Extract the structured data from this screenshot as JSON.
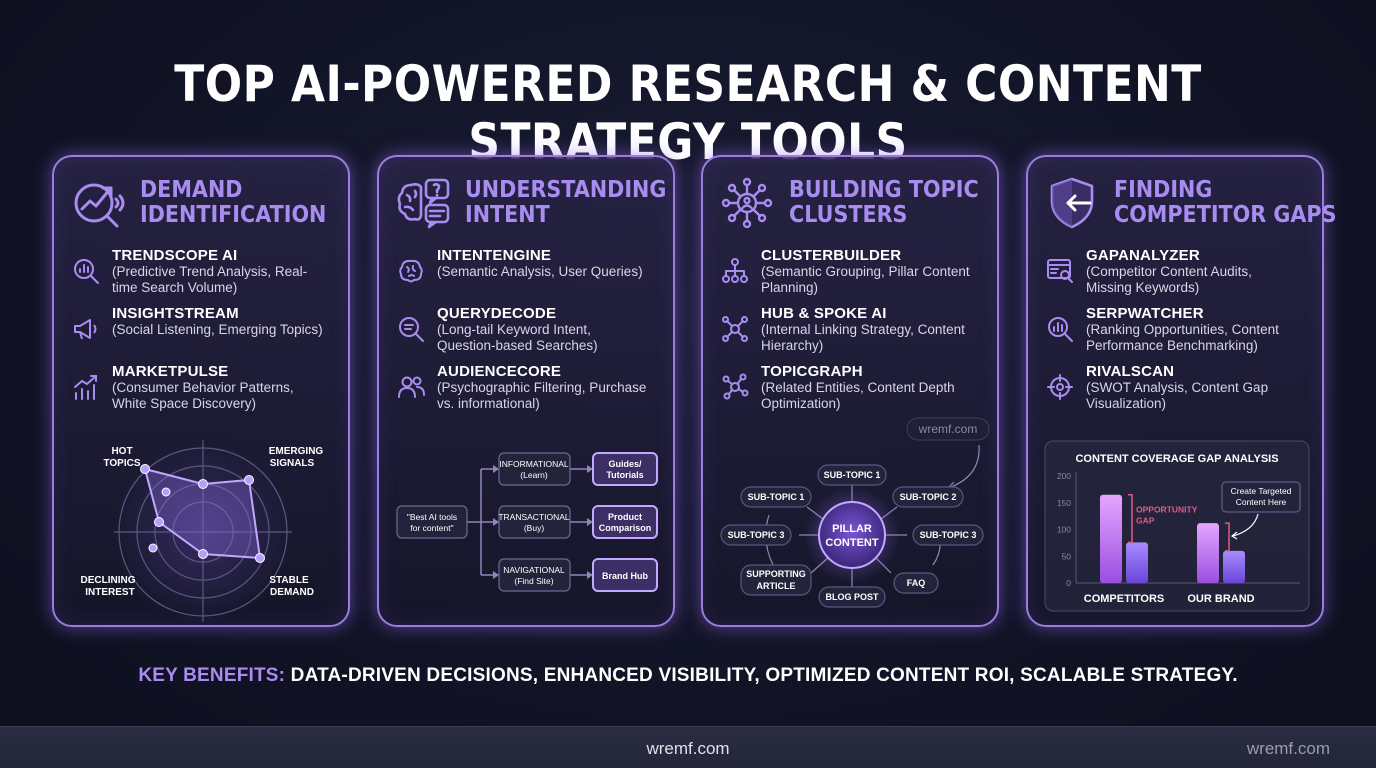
{
  "title": "TOP AI-POWERED RESEARCH & CONTENT STRATEGY TOOLS",
  "colors": {
    "accent": "#a98cf0",
    "border": "#9c7ce0",
    "background": "#121427"
  },
  "panels": [
    {
      "title_line1": "DEMAND",
      "title_line2": "IDENTIFICATION",
      "icon": "trend-magnifier-icon",
      "tools": [
        {
          "name": "TRENDSCOPE AI",
          "desc1": "(Predictive Trend Analysis, Real-",
          "desc2": "time Search Volume)",
          "icon": "search-chart-icon"
        },
        {
          "name": "INSIGHTSTREAM",
          "desc1": "(Social Listening, Emerging Topics)",
          "desc2": "",
          "icon": "megaphone-icon"
        },
        {
          "name": "MARKETPULSE",
          "desc1": "(Consumer Behavior Patterns,",
          "desc2": "White Space Discovery)",
          "icon": "bar-trend-icon"
        }
      ],
      "radar": {
        "hot": "HOT",
        "topics": "TOPICS",
        "emerging": "EMERGING",
        "signals": "SIGNALS",
        "declining": "DECLINING",
        "interest": "INTEREST",
        "stable": "STABLE",
        "demand": "DEMAND"
      }
    },
    {
      "title_line1": "UNDERSTANDING",
      "title_line2": "INTENT",
      "icon": "brain-question-icon",
      "tools": [
        {
          "name": "INTENTENGINE",
          "desc1": "(Semantic Analysis, User Queries)",
          "desc2": "",
          "icon": "brain-icon"
        },
        {
          "name": "QUERYDECODE",
          "desc1": "(Long-tail Keyword Intent,",
          "desc2": "Question-based Searches)",
          "icon": "search-lines-icon"
        },
        {
          "name": "AUDIENCECORE",
          "desc1": "(Psychographic Filtering, Purchase",
          "desc2": "vs. informational)",
          "icon": "users-icon"
        }
      ],
      "flow": {
        "query1": "\"Best AI tools",
        "query2": "for content\"",
        "informational1": "INFORMATIONAL",
        "informational2": "(Learn)",
        "transactional1": "TRANSACTIONAL",
        "transactional2": "(Buy)",
        "navigational1": "NAVIGATIONAL",
        "navigational2": "(Find Site)",
        "guides1": "Guides/",
        "guides2": "Tutorials",
        "product1": "Product",
        "product2": "Comparison",
        "brand": "Brand Hub"
      }
    },
    {
      "title_line1": "BUILDING TOPIC",
      "title_line2": "CLUSTERS",
      "icon": "network-hub-icon",
      "tools": [
        {
          "name": "CLUSTERBUILDER",
          "desc1": "(Semantic Grouping, Pillar Content",
          "desc2": "Planning)",
          "icon": "hierarchy-icon"
        },
        {
          "name": "HUB & SPOKE AI",
          "desc1": "(Internal Linking Strategy, Content",
          "desc2": "Hierarchy)",
          "icon": "hub-spoke-icon"
        },
        {
          "name": "TOPICGRAPH",
          "desc1": "(Related Entities, Content Depth",
          "desc2": "Optimization)",
          "icon": "graph-icon"
        }
      ],
      "cluster": {
        "watermark": "wremf.com",
        "pillar1": "PILLAR",
        "pillar2": "CONTENT",
        "nodes": [
          "SUB-TOPIC 1",
          "SUB-TOPIC 1",
          "SUB-TOPIC 2",
          "SUB-TOPIC 3",
          "SUB-TOPIC 3",
          "FAQ",
          "BLOG POST"
        ],
        "supporting1": "SUPPORTING",
        "supporting2": "ARTICLE"
      }
    },
    {
      "title_line1": "FINDING",
      "title_line2": "COMPETITOR GAPS",
      "icon": "shield-arrow-icon",
      "tools": [
        {
          "name": "GAPANALYZER",
          "desc1": "(Competitor Content Audits,",
          "desc2": "Missing Keywords)",
          "icon": "browser-search-icon"
        },
        {
          "name": "SERPWATCHER",
          "desc1": "(Ranking Opportunities, Content",
          "desc2": "Performance Benchmarking)",
          "icon": "search-bars-icon"
        },
        {
          "name": "RIVALSCAN",
          "desc1": "(SWOT Analysis, Content Gap",
          "desc2": "Visualization)",
          "icon": "target-icon"
        }
      ]
    }
  ],
  "chart_data": {
    "type": "bar",
    "title": "CONTENT COVERAGE GAP ANALYSIS",
    "categories": [
      "COMPETITORS",
      "OUR BRAND"
    ],
    "series": [
      {
        "values": [
          165,
          112
        ]
      },
      {
        "values": [
          76,
          60
        ]
      }
    ],
    "yticks": [
      200,
      150,
      100,
      50,
      0
    ],
    "ylim": [
      0,
      200
    ],
    "annotations": {
      "gap1": "OPPORTUNITY",
      "gap2": "GAP",
      "callout1": "Create Targeted",
      "callout2": "Content Here"
    }
  },
  "key": {
    "label": "KEY BENEFITS:",
    "text": " DATA-DRIVEN DECISIONS, ENHANCED VISIBILITY, OPTIMIZED CONTENT ROI, SCALABLE STRATEGY."
  },
  "footer": {
    "center": "wremf.com",
    "right": "wremf.com"
  }
}
